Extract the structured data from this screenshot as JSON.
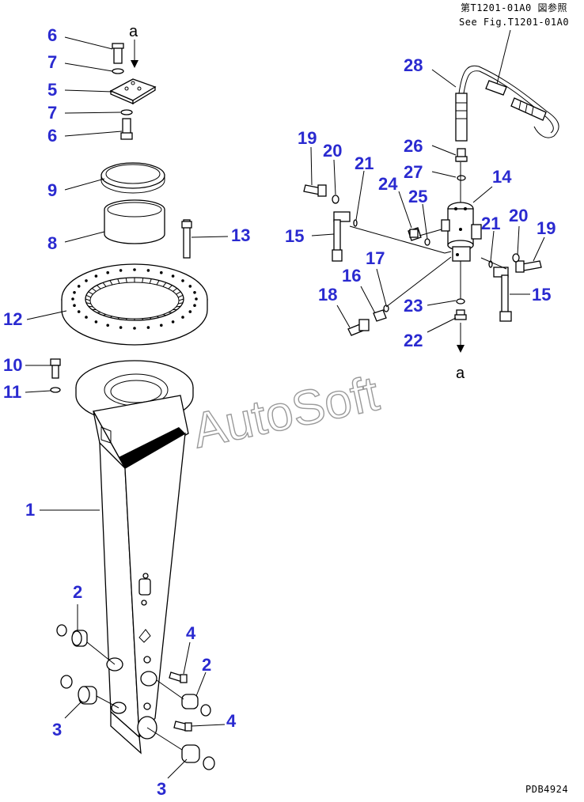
{
  "reference": {
    "line1": "第T1201-01A0 図参照",
    "line2": "See Fig.T1201-01A0"
  },
  "watermark": "AutoSoft",
  "figure_code": "PDB4924",
  "direction_labels": {
    "top": "a",
    "bottom": "a"
  },
  "callouts": [
    {
      "id": "c6a",
      "text": "6"
    },
    {
      "id": "c7a",
      "text": "7"
    },
    {
      "id": "c5",
      "text": "5"
    },
    {
      "id": "c7b",
      "text": "7"
    },
    {
      "id": "c6b",
      "text": "6"
    },
    {
      "id": "c9",
      "text": "9"
    },
    {
      "id": "c8",
      "text": "8"
    },
    {
      "id": "c13",
      "text": "13"
    },
    {
      "id": "c12",
      "text": "12"
    },
    {
      "id": "c10",
      "text": "10"
    },
    {
      "id": "c11",
      "text": "11"
    },
    {
      "id": "c1",
      "text": "1"
    },
    {
      "id": "c2a",
      "text": "2"
    },
    {
      "id": "c4a",
      "text": "4"
    },
    {
      "id": "c2b",
      "text": "2"
    },
    {
      "id": "c3a",
      "text": "3"
    },
    {
      "id": "c4b",
      "text": "4"
    },
    {
      "id": "c3b",
      "text": "3"
    },
    {
      "id": "c28",
      "text": "28"
    },
    {
      "id": "c26",
      "text": "26"
    },
    {
      "id": "c27",
      "text": "27"
    },
    {
      "id": "c14",
      "text": "14"
    },
    {
      "id": "c19a",
      "text": "19"
    },
    {
      "id": "c20a",
      "text": "20"
    },
    {
      "id": "c21a",
      "text": "21"
    },
    {
      "id": "c24",
      "text": "24"
    },
    {
      "id": "c25",
      "text": "25"
    },
    {
      "id": "c15a",
      "text": "15"
    },
    {
      "id": "c21b",
      "text": "21"
    },
    {
      "id": "c20b",
      "text": "20"
    },
    {
      "id": "c19b",
      "text": "19"
    },
    {
      "id": "c17",
      "text": "17"
    },
    {
      "id": "c16",
      "text": "16"
    },
    {
      "id": "c15b",
      "text": "15"
    },
    {
      "id": "c18",
      "text": "18"
    },
    {
      "id": "c23",
      "text": "23"
    },
    {
      "id": "c22",
      "text": "22"
    }
  ],
  "colors": {
    "callout": "#2a2ad0",
    "line": "#000000",
    "watermark": "#9a9a9a"
  }
}
